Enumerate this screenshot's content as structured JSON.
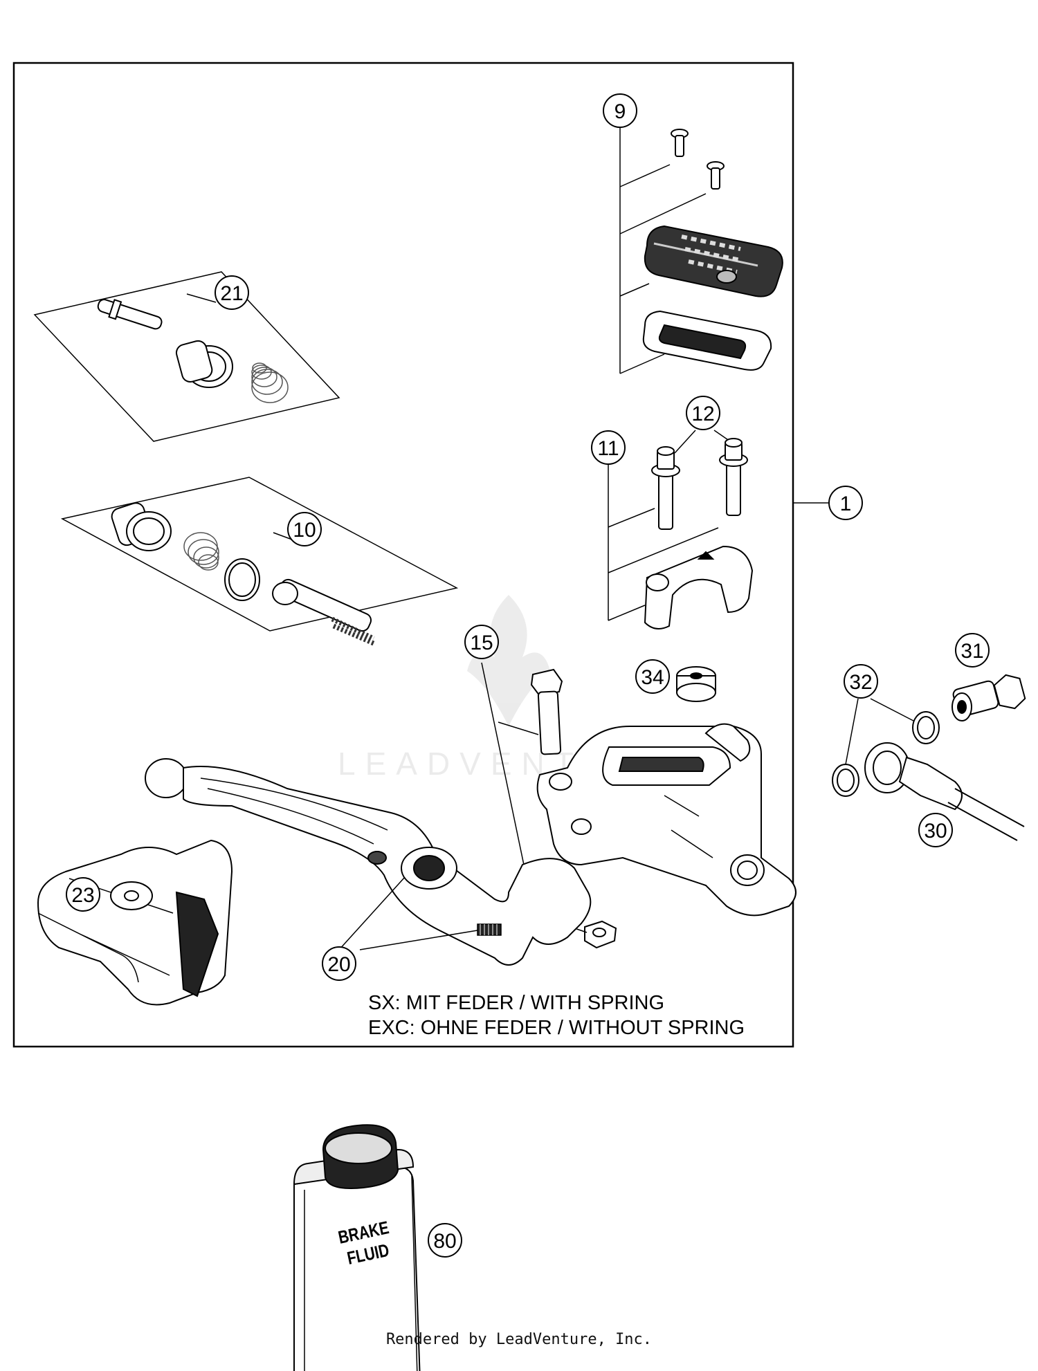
{
  "callouts": [
    "9",
    "21",
    "12",
    "11",
    "1",
    "10",
    "15",
    "34",
    "31",
    "32",
    "30",
    "23",
    "20",
    "80"
  ],
  "note": {
    "line1": "SX: MIT FEDER / WITH SPRING",
    "line2": "EXC: OHNE FEDER / WITHOUT SPRING"
  },
  "can_label": {
    "line1": "BRAKE",
    "line2": "FLUID"
  },
  "watermark": "LEADVENTURE",
  "footer": "Rendered by LeadVenture, Inc."
}
